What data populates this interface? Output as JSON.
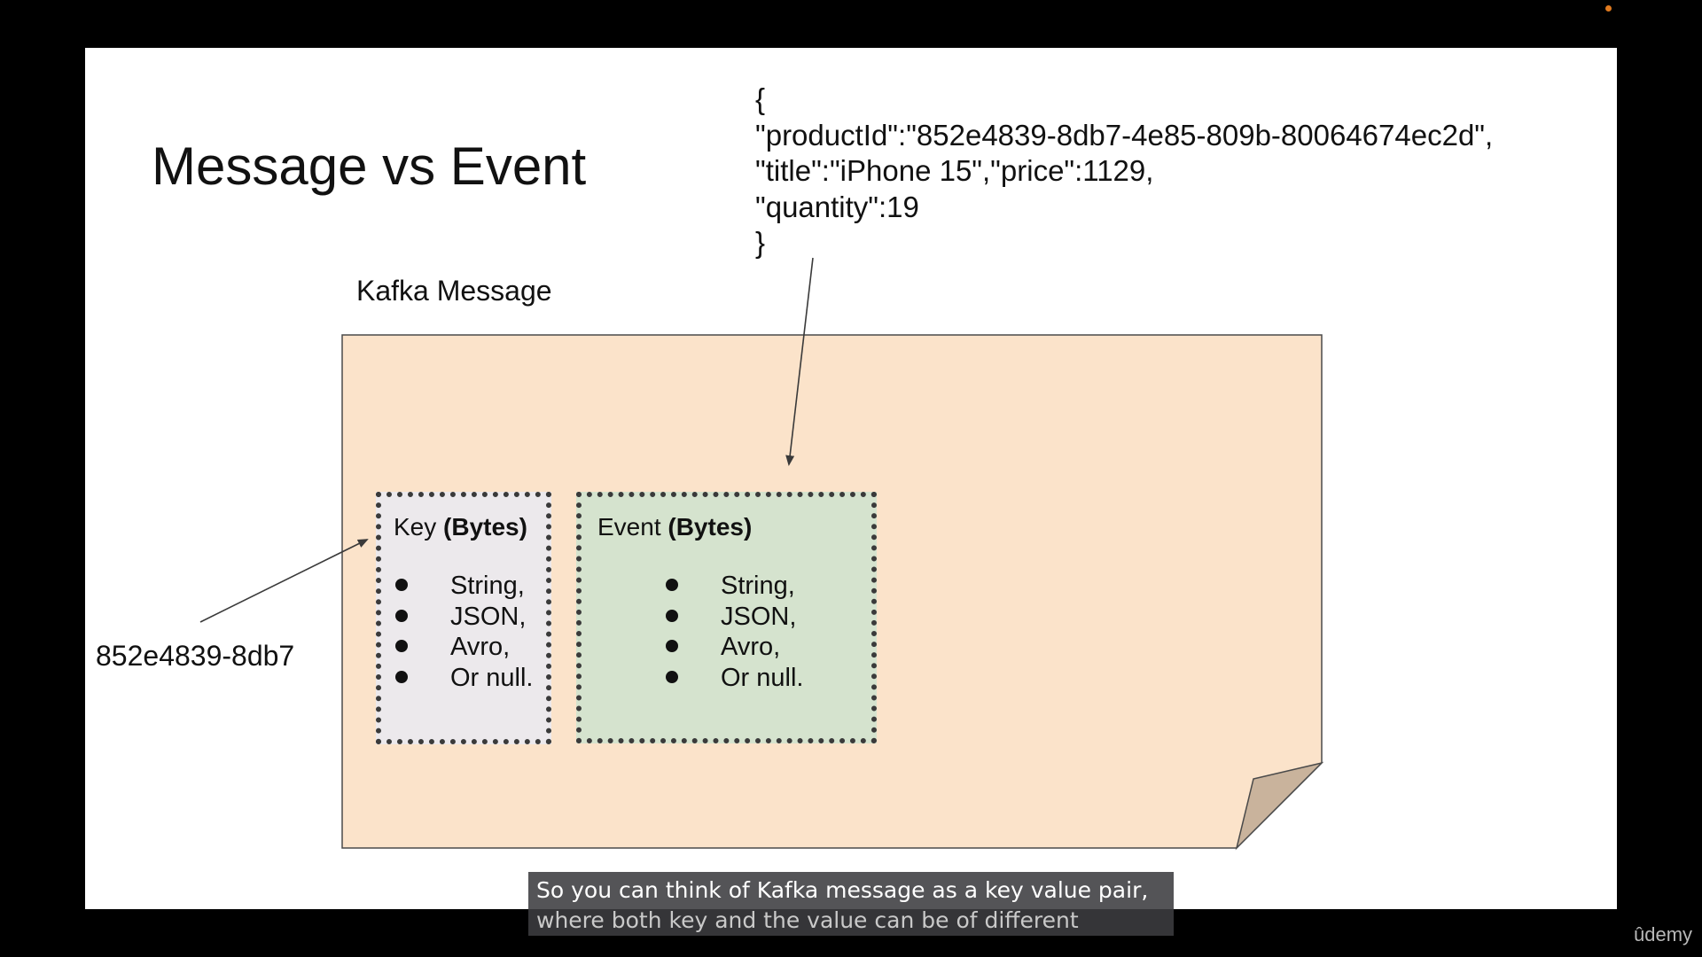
{
  "slide": {
    "title": "Message vs Event",
    "json_lines": [
      "{",
      "\"productId\":\"852e4839-8db7-4e85-809b-80064674ec2d\",",
      "\"title\":\"iPhone 15\",\"price\":1129,",
      "\"quantity\":19",
      "}"
    ],
    "kafka_label": "Kafka Message",
    "key_box": {
      "title": "Key",
      "title_bold": "(Bytes)",
      "items": [
        "String,",
        "JSON,",
        "Avro,",
        "Or null."
      ]
    },
    "event_box": {
      "title": "Event",
      "title_bold": "(Bytes)",
      "items": [
        "String,",
        "JSON,",
        "Avro,",
        "Or null."
      ]
    },
    "key_value": "852e4839-8db7"
  },
  "colors": {
    "message_fill": "#fbe3ca",
    "fold_fill": "#c9b39c",
    "key_box_fill": "#ece9ec",
    "event_box_fill": "#d5e3ce"
  },
  "captions": {
    "line1": "So you can think of Kafka message as a key value pair,",
    "line2": "where both key and the value can be of different"
  },
  "brand": "ûdemy"
}
